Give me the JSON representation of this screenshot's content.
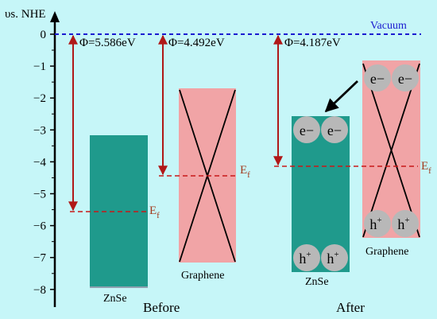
{
  "axis": {
    "label": "υs. NHE",
    "ticks": [
      0,
      -1,
      -2,
      -3,
      -4,
      -5,
      -6,
      -7,
      -8
    ]
  },
  "vacuum_label": "Vacuum",
  "work_functions": {
    "zns_before": "Φ=5.586eV",
    "graphene_before": "Φ=4.492eV",
    "after": "Φ=4.187eV"
  },
  "fermi_label": "E",
  "fermi_subscript": "f",
  "materials": {
    "znse": "ZnSe",
    "graphene": "Graphene"
  },
  "carriers": {
    "electron": "e−",
    "hole": "h",
    "hole_superscript": "+"
  },
  "panels": {
    "before": "Before",
    "after": "After"
  },
  "colors": {
    "background": "#c6f6f8",
    "znse_block": "#1f9a8c",
    "graphene_block": "#f1a4a6",
    "vacuum_line": "#1b1bd0",
    "work_function_arrow": "#b01818",
    "fermi_line": "#c81818",
    "carrier_circle": "#b8b8b8"
  }
}
